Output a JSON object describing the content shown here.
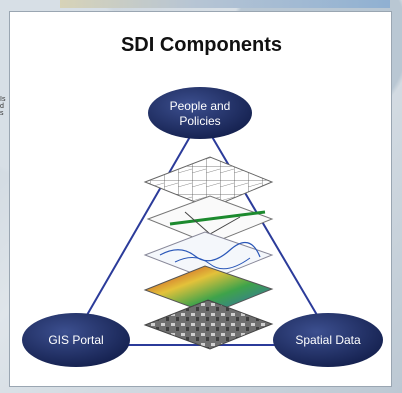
{
  "diagram": {
    "title": "SDI Components",
    "nodes": {
      "top": {
        "label_line1": "People and",
        "label_line2": "Policies"
      },
      "left": {
        "label": "GIS Portal"
      },
      "right": {
        "label": "Spatial Data"
      }
    },
    "layers": [
      "parcels",
      "roads",
      "hydrology",
      "elevation",
      "imagery"
    ]
  },
  "colors": {
    "node_fill": "#1a2a5e",
    "connector": "#2b3b9a"
  }
}
